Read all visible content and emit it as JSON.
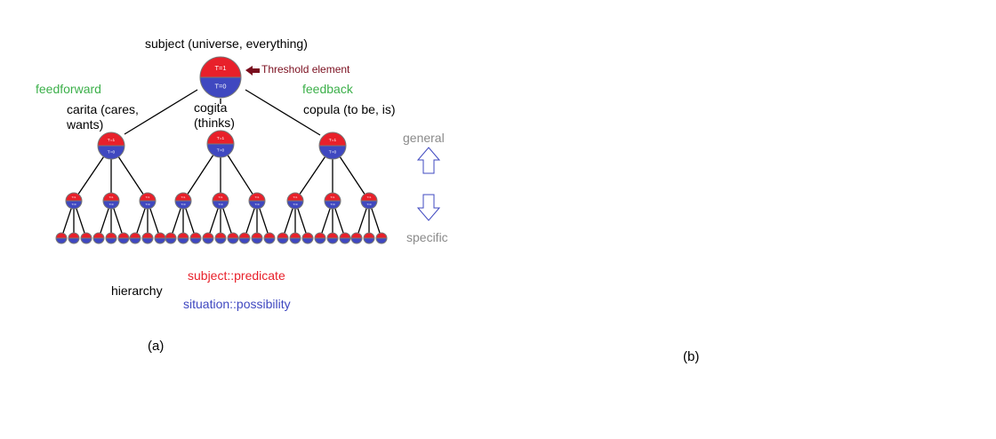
{
  "figure_a": {
    "root_label": "subject (universe, everything)",
    "threshold_label": "Threshold element",
    "feedforward": "feedforward",
    "feedback": "feedback",
    "branch_labels": [
      "carita (cares,\nwants)",
      "cogita\n(thinks)",
      "copula (to be, is)"
    ],
    "node_top_text": "T=1",
    "node_bottom_text": "T=0",
    "general": "general",
    "specific": "specific",
    "hierarchy": "hierarchy",
    "subject_predicate": "subject::predicate",
    "situation_possibility": "situation::possibility",
    "caption": "(a)"
  },
  "figure_b": {
    "caption": "(b)"
  },
  "colors": {
    "top": "#e8202a",
    "bottom": "#3f48c0",
    "green": "#3cb04a",
    "threshold": "#7a0e1e",
    "gray": "#8a8a8a"
  }
}
